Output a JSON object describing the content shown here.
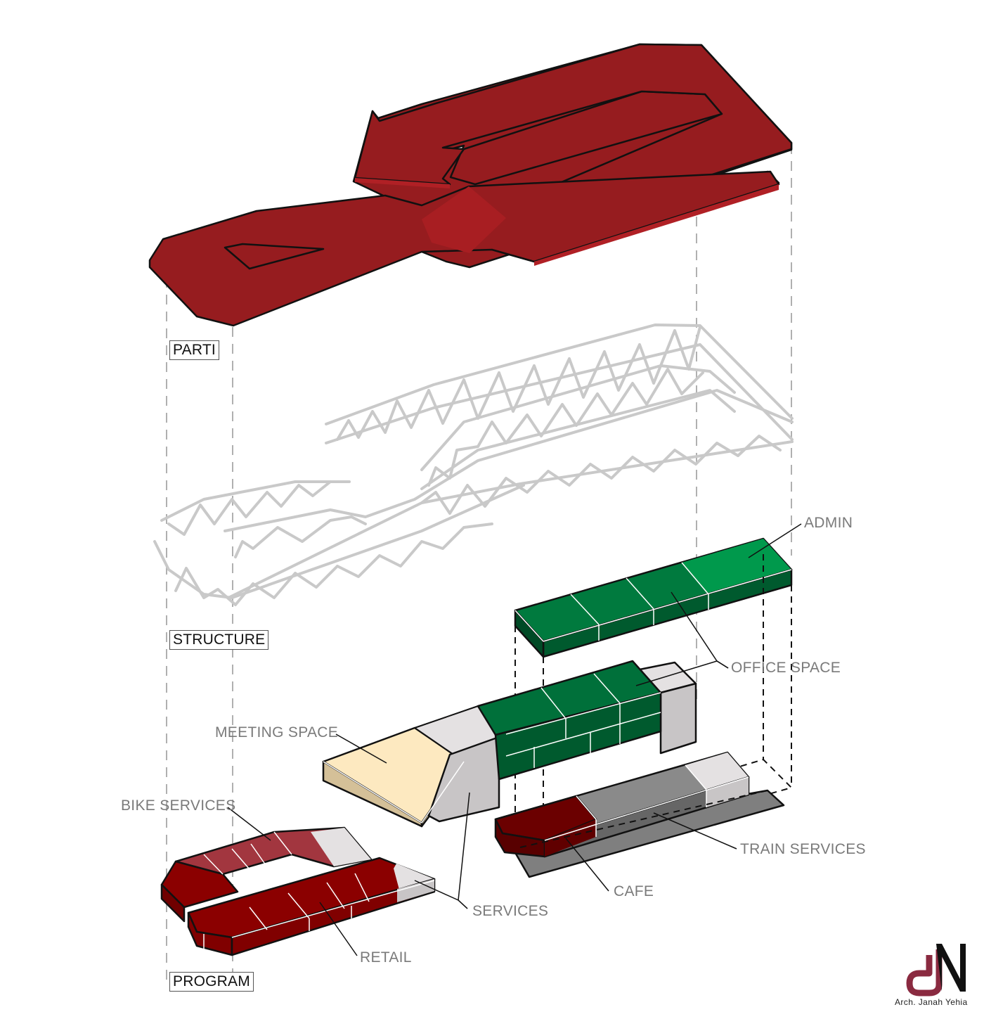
{
  "diagram": {
    "type": "exploded axonometric architectural diagram",
    "layers": [
      {
        "id": "parti",
        "label": "PARTI"
      },
      {
        "id": "structure",
        "label": "STRUCTURE"
      },
      {
        "id": "program",
        "label": "PROGRAM"
      }
    ],
    "program_callouts": [
      {
        "id": "admin",
        "label": "ADMIN"
      },
      {
        "id": "office-space",
        "label": "OFFICE SPACE"
      },
      {
        "id": "meeting-space",
        "label": "MEETING SPACE"
      },
      {
        "id": "bike-services",
        "label": "BIKE SERVICES"
      },
      {
        "id": "train-services",
        "label": "TRAIN SERVICES"
      },
      {
        "id": "cafe",
        "label": "CAFE"
      },
      {
        "id": "services",
        "label": "SERVICES"
      },
      {
        "id": "retail",
        "label": "RETAIL"
      }
    ],
    "colors": {
      "parti_red": "#961c1f",
      "parti_edge": "#b02025",
      "retail_red": "#8b0000",
      "bike_red": "#a2363f",
      "admin_green": "#00994c",
      "office_green": "#00703a",
      "office_green_dark": "#005a2e",
      "meeting_tan": "#fde9c0",
      "meeting_tan_side": "#d4c098",
      "services_grey": "#e4e1e2",
      "services_grey_side": "#c8c5c6",
      "train_grey": "#7f7f7f",
      "cafe_red": "#6b0000",
      "truss_grey": "#d0d0d0",
      "callout_text": "#7a7a7a"
    }
  },
  "signature": {
    "monogram": "JN",
    "author": "Arch. Janah Yehia"
  }
}
